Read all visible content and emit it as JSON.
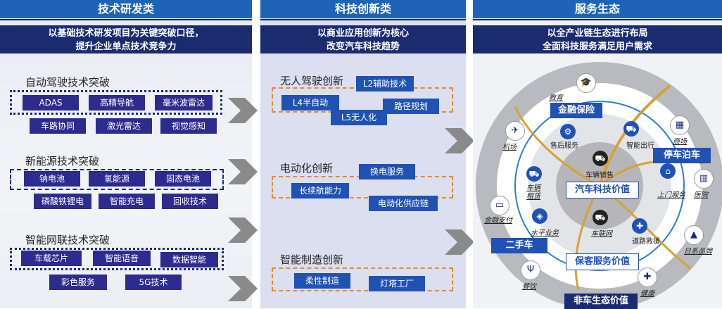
{
  "panel1": {
    "header": "技术研发类",
    "sub_line1": "以基础技术研发项目为关键突破口径，",
    "sub_line2": "提升企业单点技术竞争力",
    "section1": {
      "title": "自动驾驶技术突破",
      "tags": [
        "ADAS",
        "高精导航",
        "毫米波雷达",
        "车路协同",
        "激光雷达",
        "视觉感知"
      ]
    },
    "section2": {
      "title": "新能源技术突破",
      "tags": [
        "钠电池",
        "氢能源",
        "固态电池",
        "磷酸铁锂电",
        "智能充电",
        "回收技术"
      ]
    },
    "section3": {
      "title": "智能网联技术突破",
      "tags": [
        "车载芯片",
        "智能语音",
        "数据智能",
        "彩色服务",
        "5G技术"
      ]
    }
  },
  "panel2": {
    "header": "科技创新类",
    "sub_line1": "以商业应用创新为核心",
    "sub_line2": "改变汽车科技趋势",
    "section1": {
      "title": "无人驾驶创新",
      "tags": [
        "L2辅助技术",
        "L4半自动",
        "路径规划",
        "L5无人化"
      ]
    },
    "section2": {
      "title": "电动化创新",
      "tags": [
        "换电服务",
        "长续航能力",
        "电动化供应链"
      ]
    },
    "section3": {
      "title": "智能制造创新",
      "tags": [
        "柔性制造",
        "灯塔工厂"
      ]
    }
  },
  "panel3": {
    "header": "服务生态",
    "sub_line1": "以全产业链生态进行布局",
    "sub_line2": "全面科技服务满足用户需求",
    "center_value": "汽车科技价值",
    "inner_value": "保客服务价值",
    "outer_value": "非车生态价值",
    "boxes": [
      "金融保险",
      "停车泊车",
      "二手车"
    ],
    "inner_labels": [
      "售后服务",
      "智能出行",
      "车辆销售",
      "车联网",
      "道路救援"
    ],
    "outer_labels": [
      "教育",
      "商场",
      "医院",
      "机场",
      "车辆租赁",
      "上门服务",
      "金融支付",
      "水平业务",
      "日系品牌",
      "餐饮",
      "健康"
    ]
  }
}
